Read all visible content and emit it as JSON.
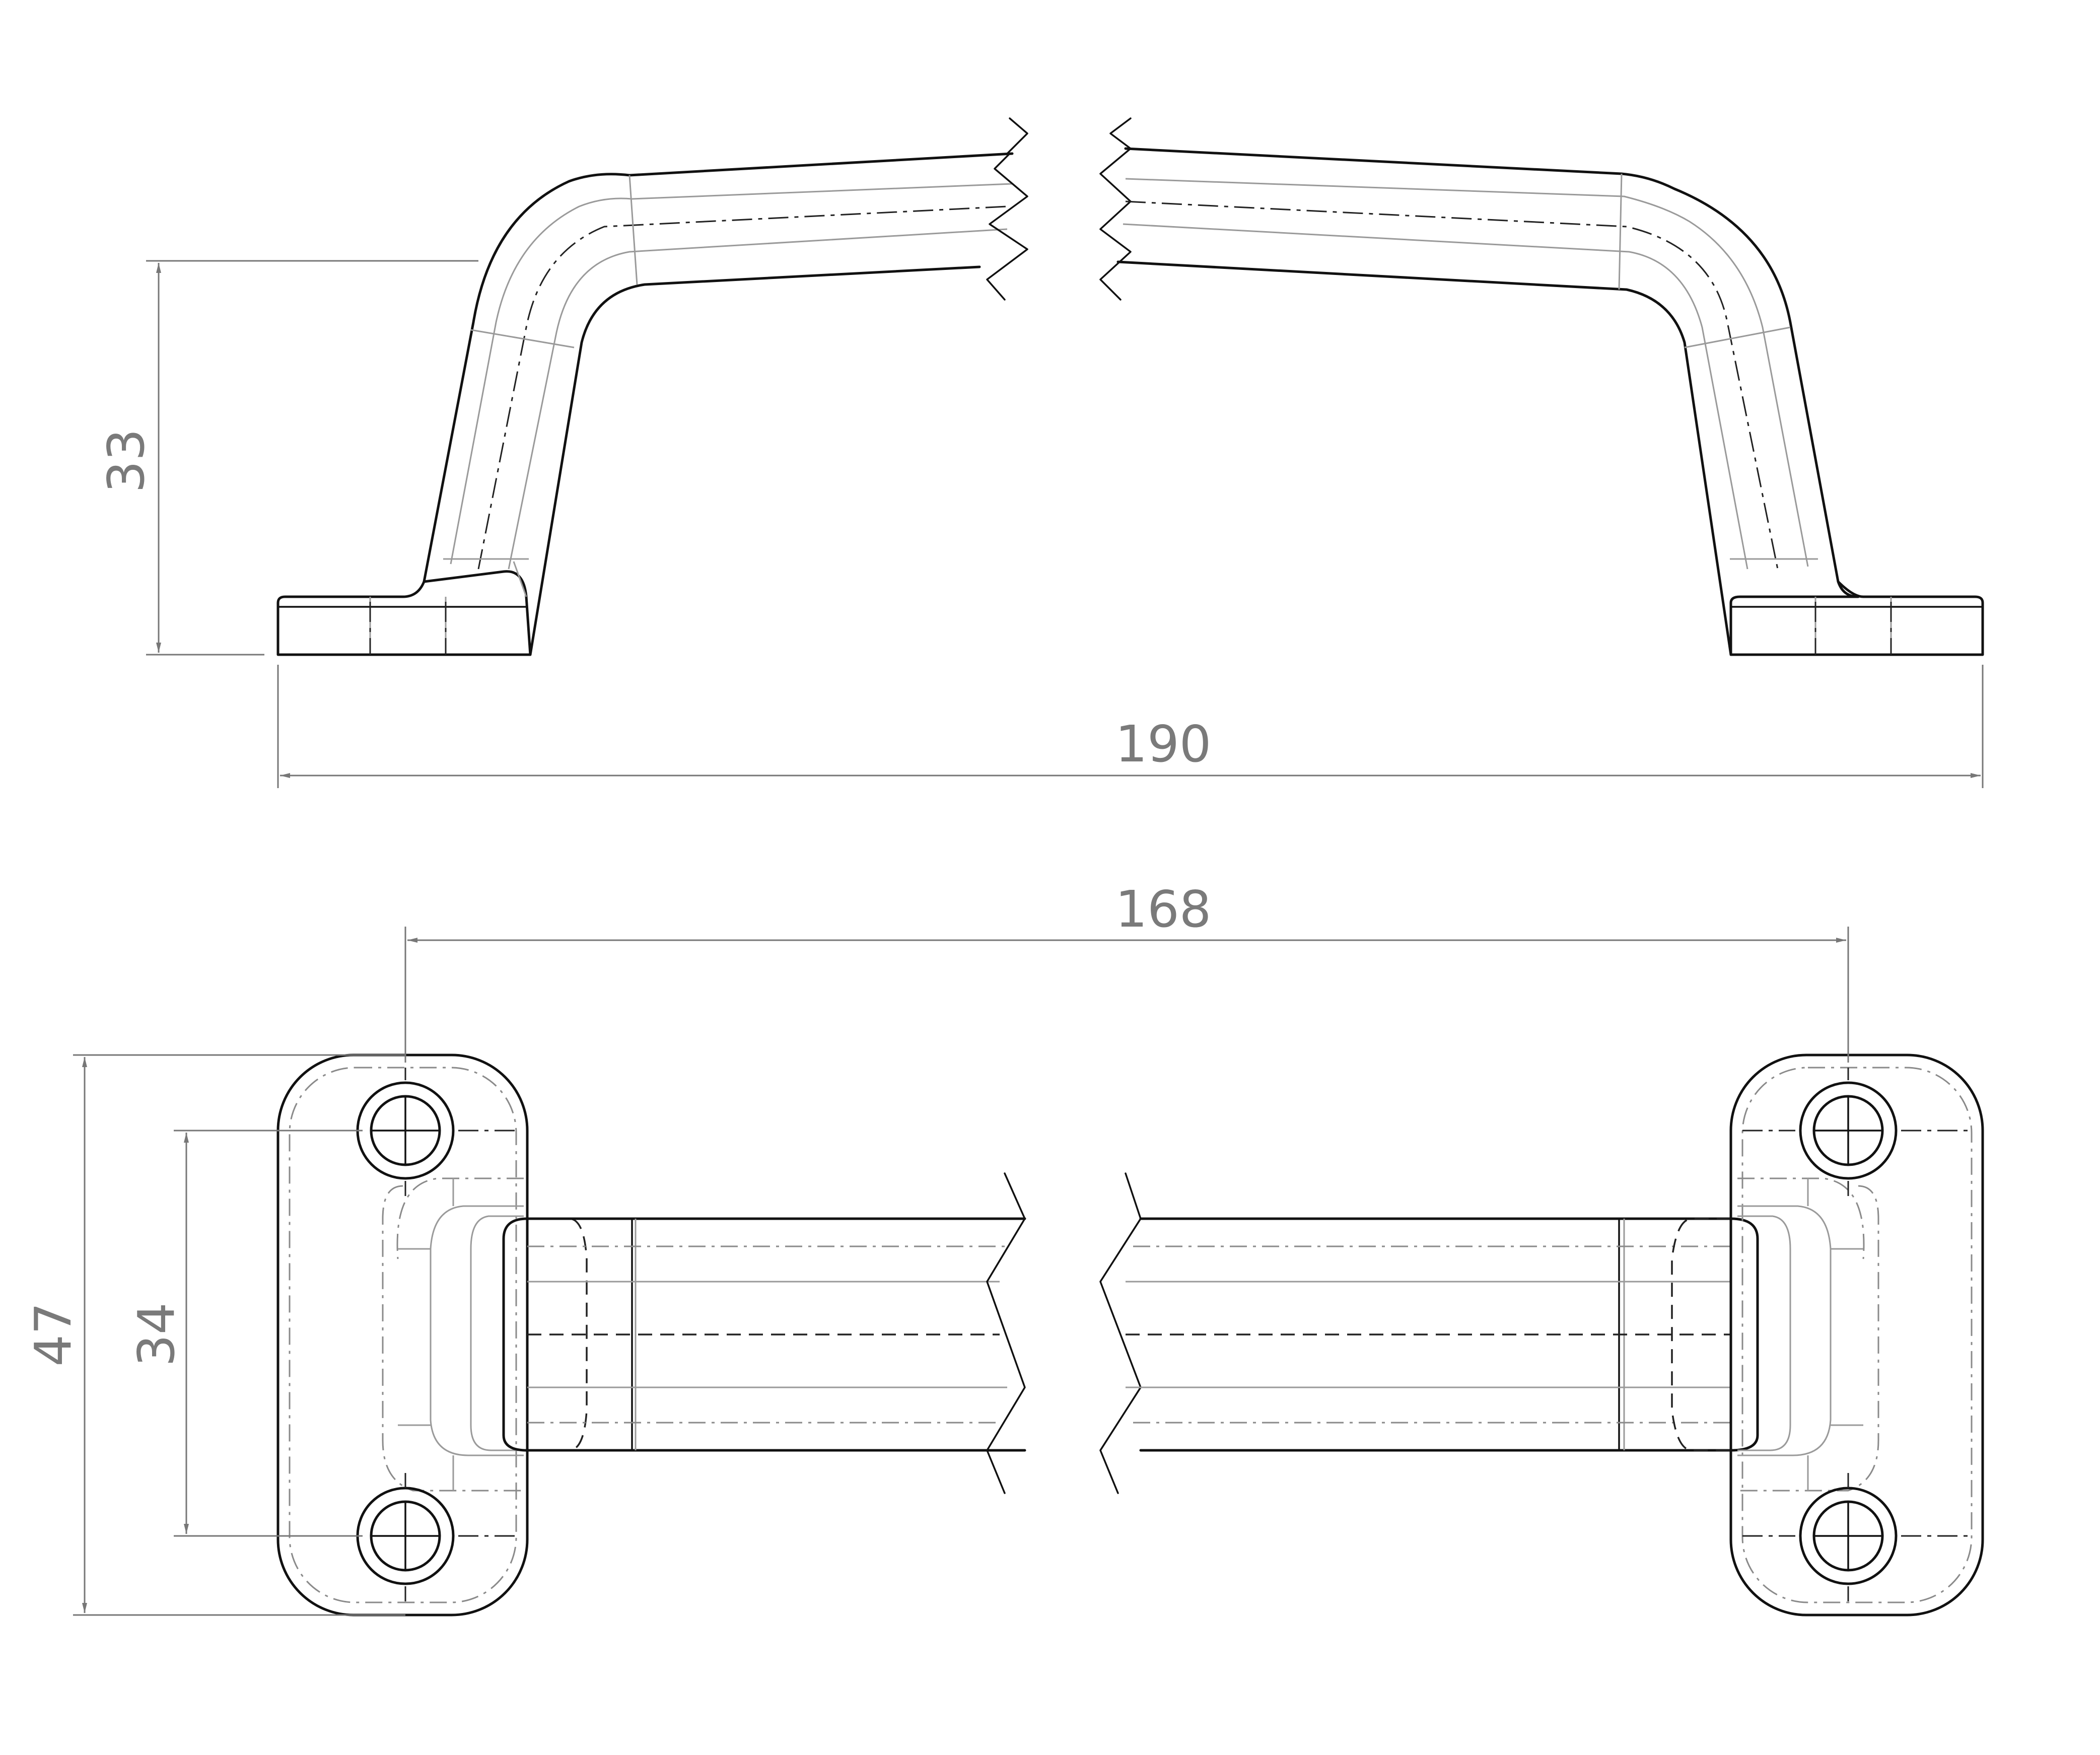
{
  "dimensions": {
    "side_height": "33",
    "overall_length": "190",
    "hole_spacing": "168",
    "base_width": "47",
    "hole_pitch": "34"
  }
}
